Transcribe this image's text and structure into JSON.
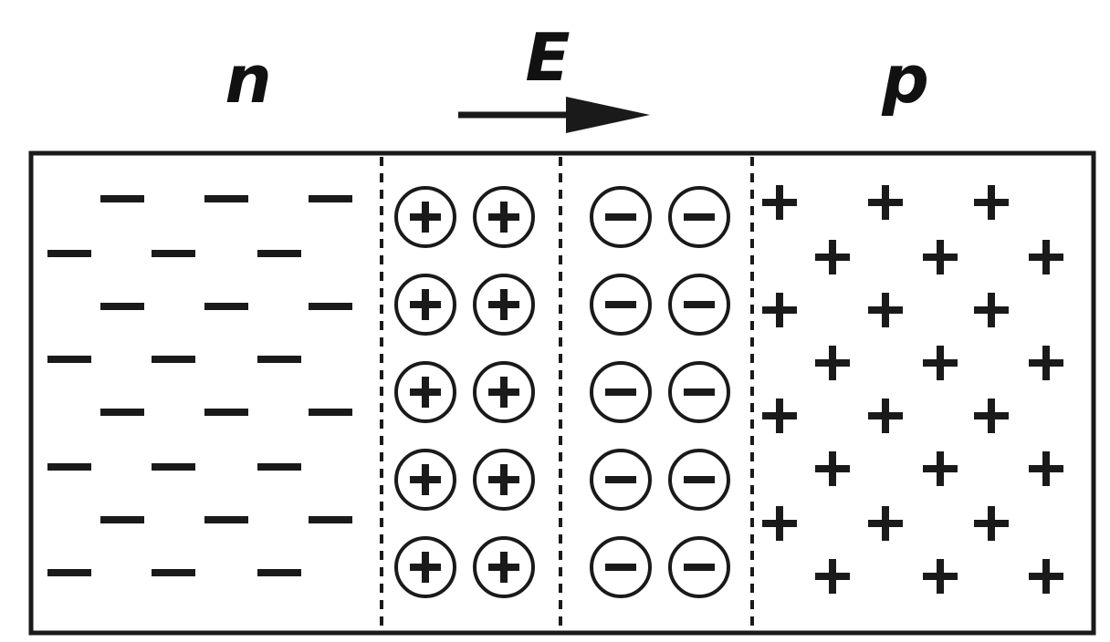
{
  "labels": {
    "n_region": "n",
    "field": "E",
    "p_region": "p"
  },
  "colors": {
    "stroke": "#1a1a1a",
    "background": "#ffffff"
  },
  "icons": {
    "free_carrier_n": "minus-sign",
    "free_carrier_p": "plus-sign",
    "ion_n_side": "circled-plus",
    "ion_p_side": "circled-minus",
    "field_direction": "right-arrow"
  }
}
